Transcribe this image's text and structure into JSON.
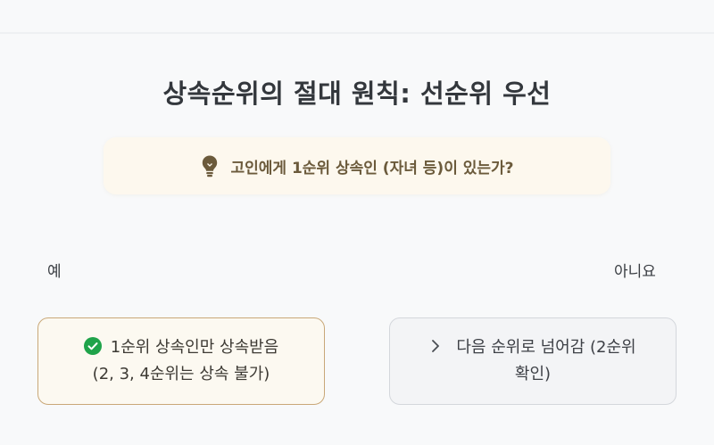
{
  "title": "상속순위의 절대 원칙: 선순위 우선",
  "question": {
    "icon": "lightbulb-icon",
    "text": "고인에게 1순위 상속인 (자녀 등)이 있는가?"
  },
  "branches": {
    "yes": {
      "label": "예",
      "icon": "check-circle-icon",
      "line1": "1순위 상속인만 상속받음",
      "line2": "(2, 3, 4순위는 상속 불가)"
    },
    "no": {
      "label": "아니요",
      "icon": "chevron-right-icon",
      "line1": "다음 순위로 넘어감 (2순위",
      "line2": "확인)"
    }
  },
  "colors": {
    "accent_gold": "#c9a878",
    "question_bg": "#fdf8ee",
    "success_green": "#1fa34a"
  }
}
